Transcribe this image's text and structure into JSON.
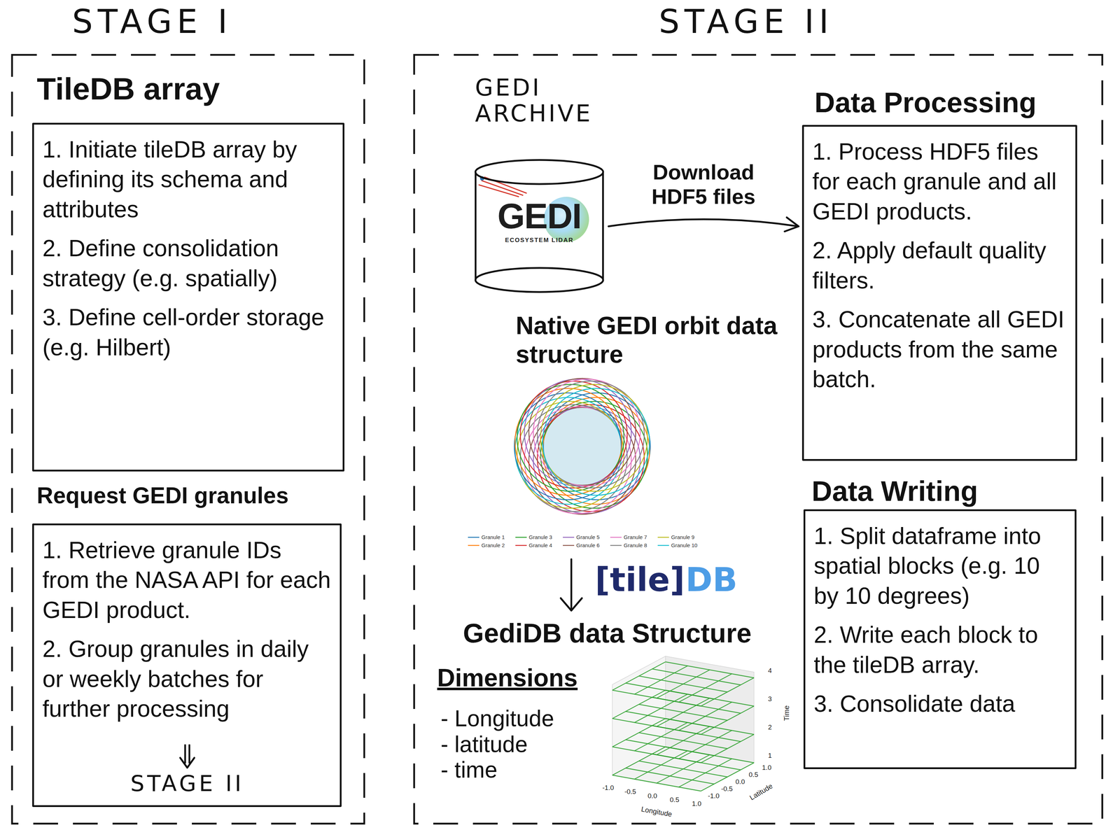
{
  "diagram": {
    "nodes": [
      {
        "text": [
          "STAGE I"
        ]
      },
      {
        "text": [
          "TileDB array",
          "1. Initiate tileDB array by defining its schema and attributes",
          "2. Define consolidation strategy (e.g. spatially)",
          "3. Define cell-order storage (e.g. Hilbert)"
        ],
        "in": 0
      },
      {
        "text": [
          "Request GEDI granules",
          "1. Retrieve granule IDs from the NASA API for each GEDI product.",
          "2. Group granules in daily or weekly batches for further processing",
          "STAGE II"
        ],
        "in": 0
      },
      {
        "text": [
          "STAGE II"
        ]
      },
      {
        "text": [
          "GEDI ARCHIVE",
          "GEDI",
          "ECOSYSTEM LIDAR"
        ],
        "in": 3
      },
      {
        "text": [
          "Data Processing",
          "1. Process HDF5 files for each granule and all GEDI products.",
          "2. Apply default quality filters.",
          "3. Concatenate all GEDI products from the same batch."
        ],
        "in": 3
      },
      {
        "text": [
          "Data Writing",
          "1. Split dataframe into spatial blocks (e.g. 10 by 10 degrees)",
          "2. Write each block to the tileDB array.",
          "3. Consolidate data"
        ],
        "in": 3
      }
    ],
    "edges": [
      {
        "from": 4,
        "to": 5,
        "label": "Download HDF5 files",
        "arrow": "to"
      }
    ],
    "labels": [
      "Native GEDI orbit data structure",
      "[tile]",
      "DB",
      "GediDB data Structure",
      "Dimensions",
      "- Longitude",
      "- latitude",
      "- time",
      "-1.0",
      "-0.5",
      "0.0",
      "0.5",
      "1.0",
      "Longitude",
      "-1.0",
      "-0.5",
      "0.0",
      "0.5",
      "1.0",
      "Latitude",
      "1",
      "2",
      "3",
      "4",
      "Time"
    ],
    "legend": [
      {
        "text": "Granule 1",
        "color": "#1f77b4"
      },
      {
        "text": "Granule 2",
        "color": "#ff7f0e"
      },
      {
        "text": "Granule 3",
        "color": "#2ca02c"
      },
      {
        "text": "Granule 4",
        "color": "#d62728"
      },
      {
        "text": "Granule 5",
        "color": "#9467bd"
      },
      {
        "text": "Granule 6",
        "color": "#8c564b"
      },
      {
        "text": "Granule 7",
        "color": "#e377c2"
      },
      {
        "text": "Granule 8",
        "color": "#7f7f7f"
      },
      {
        "text": "Granule 9",
        "color": "#bcbd22"
      },
      {
        "text": "Granule 10",
        "color": "#17becf"
      }
    ]
  }
}
